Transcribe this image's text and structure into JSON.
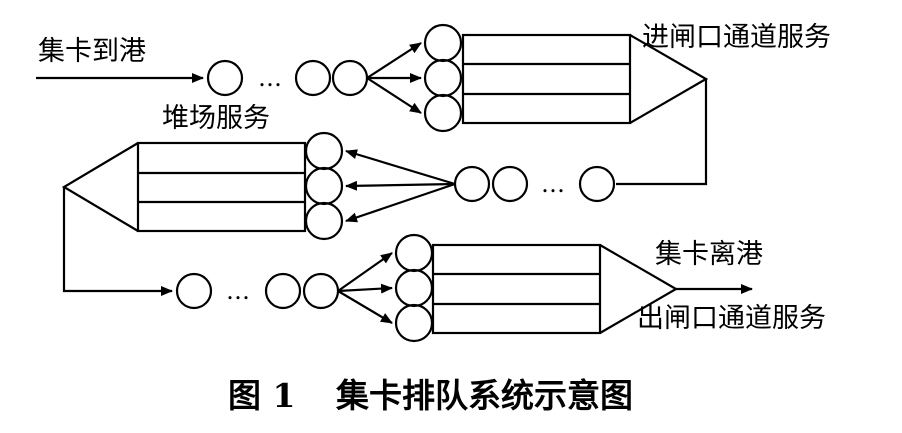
{
  "diagram": {
    "labels": {
      "arrival": "集卡到港",
      "gate_in": "进闸口通道服务",
      "yard": "堆场服务",
      "departure": "集卡离港",
      "gate_out": "出闸口通道服务"
    },
    "ellipsis": "…",
    "caption": {
      "number": "图 1",
      "title": "集卡排队系统示意图"
    },
    "colors": {
      "stroke": "#000000",
      "background": "#ffffff"
    }
  }
}
